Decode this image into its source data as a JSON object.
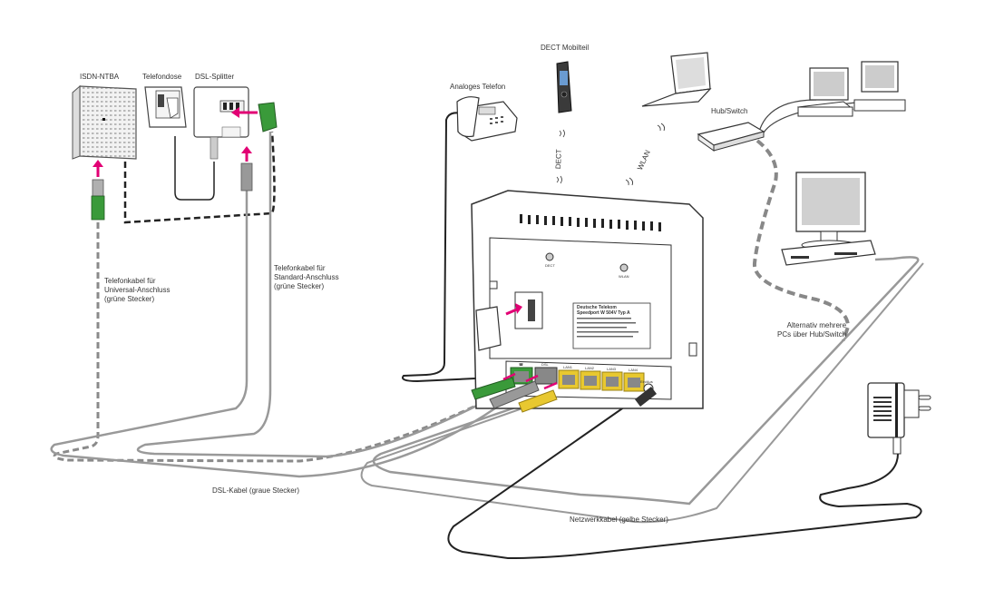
{
  "labels": {
    "isdn_ntba": "ISDN-NTBA",
    "telefondose": "Telefondose",
    "dsl_splitter": "DSL-Splitter",
    "analog_phone": "Analoges Telefon",
    "dect_handset": "DECT Mobilteil",
    "hub_switch": "Hub/Switch",
    "dect_wave": "DECT",
    "wlan_wave": "WLAN",
    "cable_universal": "Telefonkabel für\nUniversal-Anschluss\n(grüne Stecker)",
    "cable_standard": "Telefonkabel für\nStandard-Anschluss\n(grüne Stecker)",
    "alt_multiple_pcs": "Alternativ mehrere\nPCs über Hub/Switch",
    "dsl_cable": "DSL-Kabel (graue Stecker)",
    "network_cable": "Netzwerkkabel (gelbe Stecker)"
  },
  "router": {
    "label_brand": "Deutsche Telekom",
    "label_model": "Speedport W 504V Typ A",
    "button_dect": "DECT",
    "button_wlan": "WLAN",
    "ports": [
      "☎",
      "DSL",
      "LAN1",
      "LAN2",
      "LAN3",
      "LAN4"
    ],
    "power_port": "Ein/Aus"
  },
  "colors": {
    "magenta": "#e20074",
    "green_plug": "#3a9a3a",
    "yellow_port": "#e8c830",
    "gray_cable": "#8a8a8a",
    "dark_cable": "#222222",
    "dashed_cable": "#888888"
  }
}
